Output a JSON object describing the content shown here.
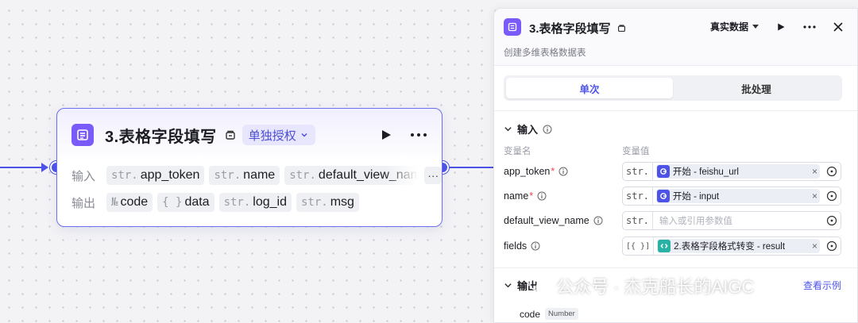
{
  "node": {
    "title": "3.表格字段填写",
    "auth_label": "单独授权",
    "input_label": "输入",
    "output_label": "输出",
    "inputs": [
      {
        "type": "str.",
        "name": "app_token"
      },
      {
        "type": "str.",
        "name": "name"
      },
      {
        "type": "str.",
        "name": "default_view_name"
      }
    ],
    "outputs": [
      {
        "type": "№",
        "name": "code"
      },
      {
        "type": "{ }",
        "name": "data"
      },
      {
        "type": "str.",
        "name": "log_id"
      },
      {
        "type": "str.",
        "name": "msg"
      }
    ]
  },
  "panel": {
    "title": "3.表格字段填写",
    "description": "创建多维表格数据表",
    "data_mode": "真实数据",
    "tabs": [
      {
        "label": "单次",
        "active": true
      },
      {
        "label": "批处理",
        "active": false
      }
    ],
    "input_section": {
      "title": "输入",
      "col_name": "变量名",
      "col_value": "变量值",
      "fields": [
        {
          "name": "app_token",
          "required": true,
          "type": "str.",
          "ref": "开始 - feishu_url",
          "ref_kind": "start"
        },
        {
          "name": "name",
          "required": true,
          "type": "str.",
          "ref": "开始 - input",
          "ref_kind": "start"
        },
        {
          "name": "default_view_name",
          "required": false,
          "type": "str.",
          "placeholder": "输入或引用参数值"
        },
        {
          "name": "fields",
          "required": false,
          "type": "[{ }]",
          "ref": "2.表格字段格式转变 - result",
          "ref_kind": "code"
        }
      ]
    },
    "output_section": {
      "title": "输出",
      "view_example": "查看示例",
      "items": [
        {
          "name": "code",
          "type": "Number"
        }
      ]
    }
  },
  "watermark": "公众号 · 杰克船长的AIGC",
  "colors": {
    "accent": "#4d53e8",
    "node_icon": "#7a5af8",
    "required": "#e5484d"
  }
}
